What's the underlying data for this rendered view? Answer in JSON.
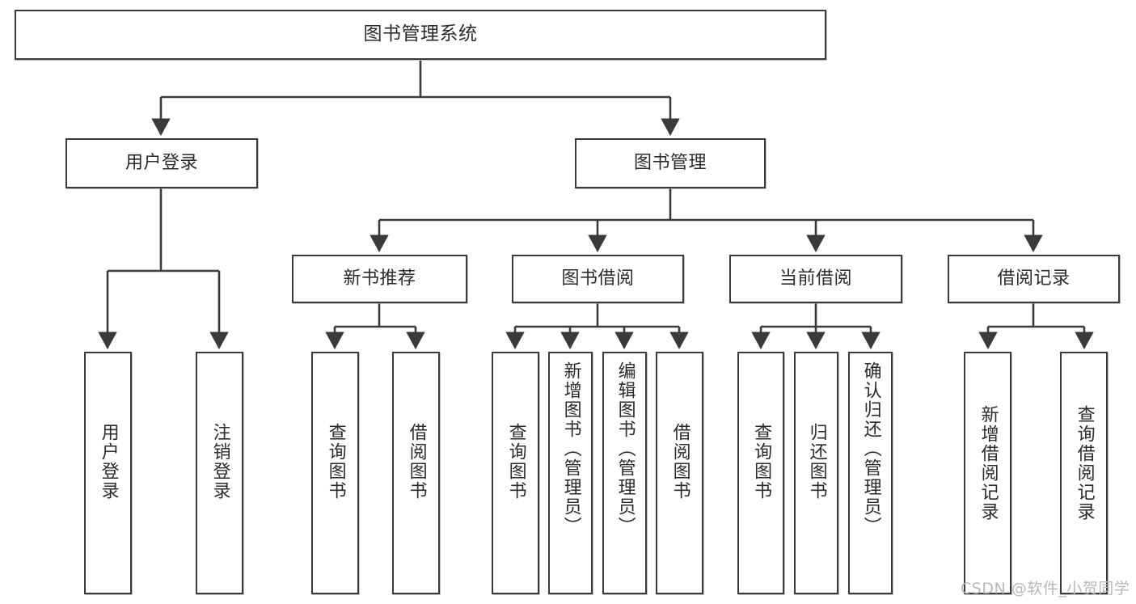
{
  "diagram": {
    "type": "tree-hierarchy-chart",
    "title": "图书管理系统",
    "watermark": "CSDN @软件_小贺同学",
    "colors": {
      "box_border": "#3a3a3a",
      "box_fill": "#ffffff",
      "connector": "#3a3a3a",
      "text": "#2b2b2b",
      "watermark": "#b8b8b8",
      "background": "#ffffff"
    },
    "root": {
      "label": "图书管理系统"
    },
    "level2": [
      {
        "label": "用户登录"
      },
      {
        "label": "图书管理"
      }
    ],
    "level3": [
      {
        "label": "新书推荐"
      },
      {
        "label": "图书借阅"
      },
      {
        "label": "当前借阅"
      },
      {
        "label": "借阅记录"
      }
    ],
    "leaves": {
      "user_login": [
        {
          "label": "用户登录"
        },
        {
          "label": "注销登录"
        }
      ],
      "new_book_recommend": [
        {
          "label": "查询图书"
        },
        {
          "label": "借阅图书"
        }
      ],
      "book_borrow": [
        {
          "label": "查询图书"
        },
        {
          "label": "新增图书（管理员）"
        },
        {
          "label": "编辑图书（管理员）"
        },
        {
          "label": "借阅图书"
        }
      ],
      "current_borrow": [
        {
          "label": "查询图书"
        },
        {
          "label": "归还图书"
        },
        {
          "label": "确认归还（管理员）"
        }
      ],
      "borrow_record": [
        {
          "label": "新增借阅记录"
        },
        {
          "label": "查询借阅记录"
        }
      ]
    }
  }
}
